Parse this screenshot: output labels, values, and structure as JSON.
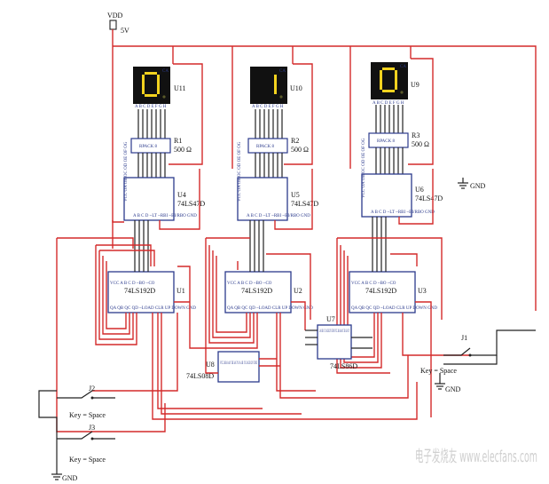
{
  "power": {
    "name": "VDD",
    "value": "5V"
  },
  "ground_label": "GND",
  "displays": [
    {
      "ref": "U11",
      "digit": "0",
      "tag": "CA",
      "pins": "A B C D E F G H"
    },
    {
      "ref": "U10",
      "digit": "1",
      "tag": "CA",
      "pins": "A B C D E F G H"
    },
    {
      "ref": "U9",
      "digit": "0",
      "tag": "CA",
      "pins": "A B C D E F G H"
    }
  ],
  "resistor_packs": [
    {
      "ref": "R1",
      "label": "RPACK 8",
      "value": "500 Ω"
    },
    {
      "ref": "R2",
      "label": "RPACK 8",
      "value": "500 Ω"
    },
    {
      "ref": "R3",
      "label": "RPACK 8",
      "value": "500 Ω"
    }
  ],
  "decoders": [
    {
      "ref": "U4",
      "part": "74LS47D"
    },
    {
      "ref": "U5",
      "part": "74LS47D"
    },
    {
      "ref": "U6",
      "part": "74LS47D"
    }
  ],
  "counters": [
    {
      "ref": "U1",
      "part": "74LS192D"
    },
    {
      "ref": "U2",
      "part": "74LS192D"
    },
    {
      "ref": "U3",
      "part": "74LS192D"
    }
  ],
  "gates": [
    {
      "ref": "U7",
      "part": "74LS86D"
    },
    {
      "ref": "U8",
      "part": "74LS08D"
    }
  ],
  "switches": [
    {
      "ref": "J1",
      "key": "Key = Space"
    },
    {
      "ref": "J2",
      "key": "Key = Space"
    },
    {
      "ref": "J3",
      "key": "Key = Space"
    }
  ],
  "pin_text": {
    "decoder_top": "VCC OA OB OC OD OE OF OG",
    "decoder_bottom": "A B C D ~LT ~RBI ~BI/RBO GND",
    "counter_top": "VCC A B C D ~BO ~CO",
    "counter_bottom": "QA QB QC QD ~LOAD CLR UP DOWN GND",
    "xor_pins": "1A 1B 1Y 2A 2B 2Y GND VCC 4B 4A 4Y 3B 3A 3Y",
    "and_pins": "VCC 4B 4A 4Y 3B 3A 3Y 1A 1B 1Y 2A 2B 2Y GND"
  },
  "watermark": "电子发烧友 www.elecfans.com"
}
